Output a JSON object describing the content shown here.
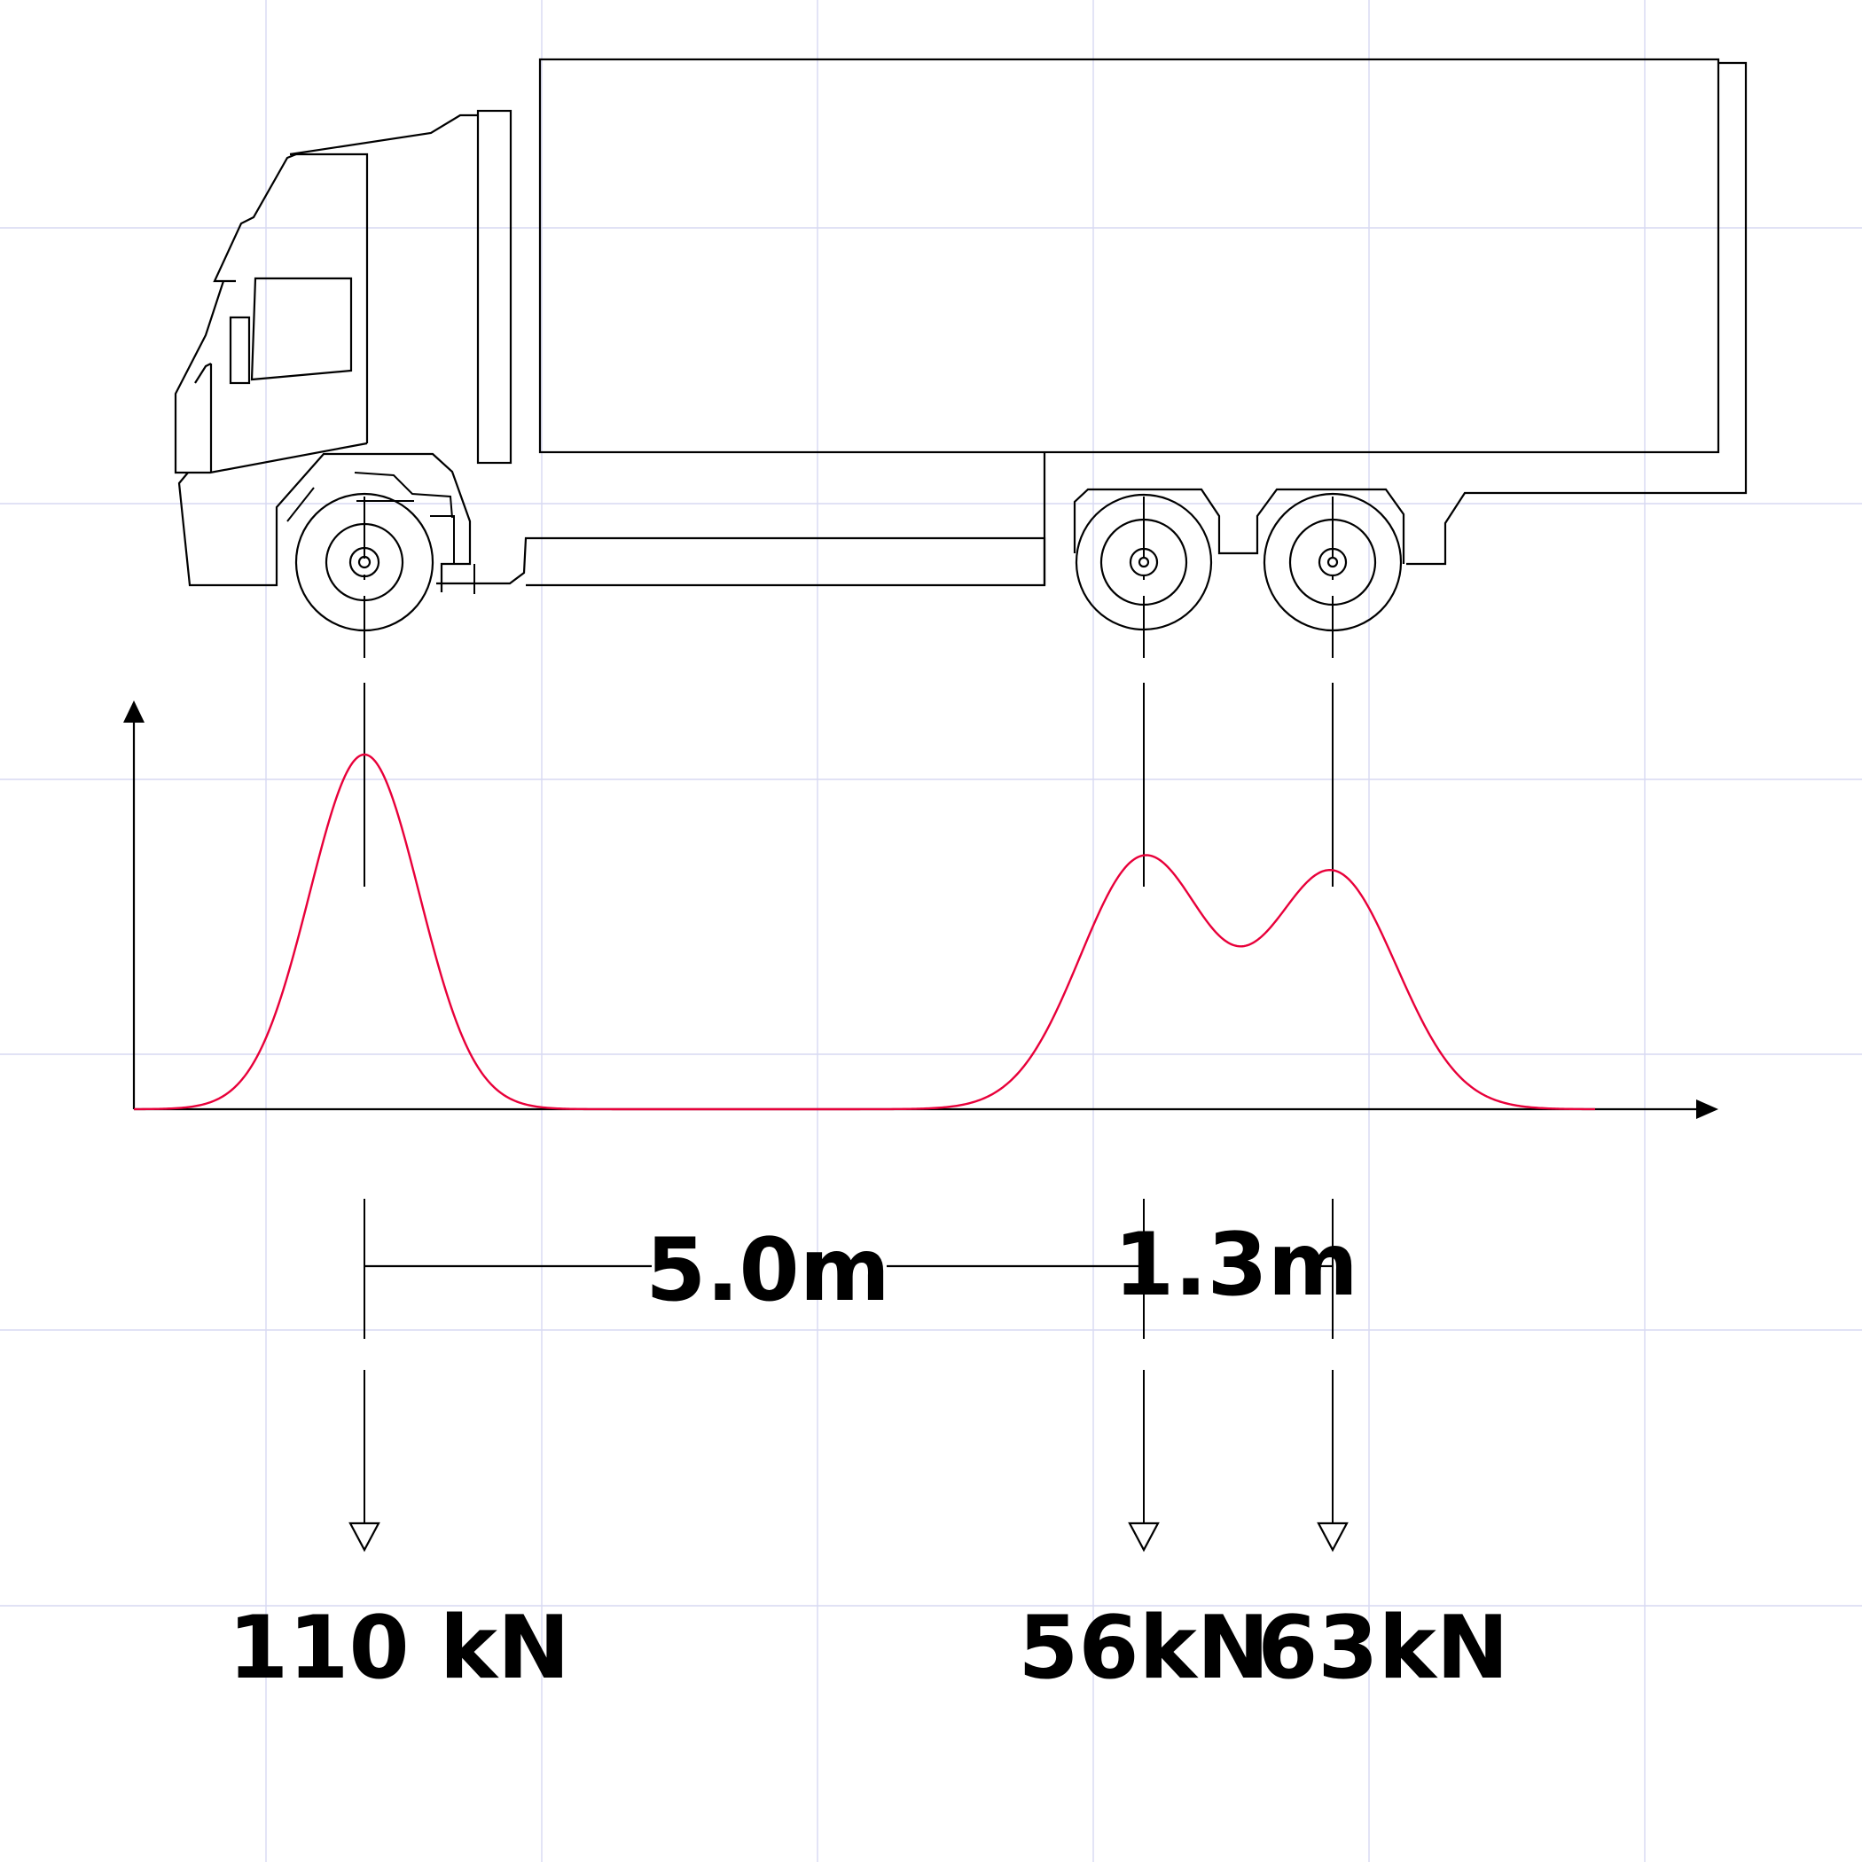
{
  "colors": {
    "background": "#ffffff",
    "grid": "#d7d9f2",
    "linework": "#000000",
    "load_curve": "#e8003a"
  },
  "dimensions": {
    "axle_spacing_front": "5.0m",
    "axle_spacing_tandem": "1.3m"
  },
  "axle_loads": [
    {
      "label": "110 kN",
      "value_kN": 110
    },
    {
      "label": "56kN",
      "value_kN": 56
    },
    {
      "label": "63kN",
      "value_kN": 63
    }
  ]
}
